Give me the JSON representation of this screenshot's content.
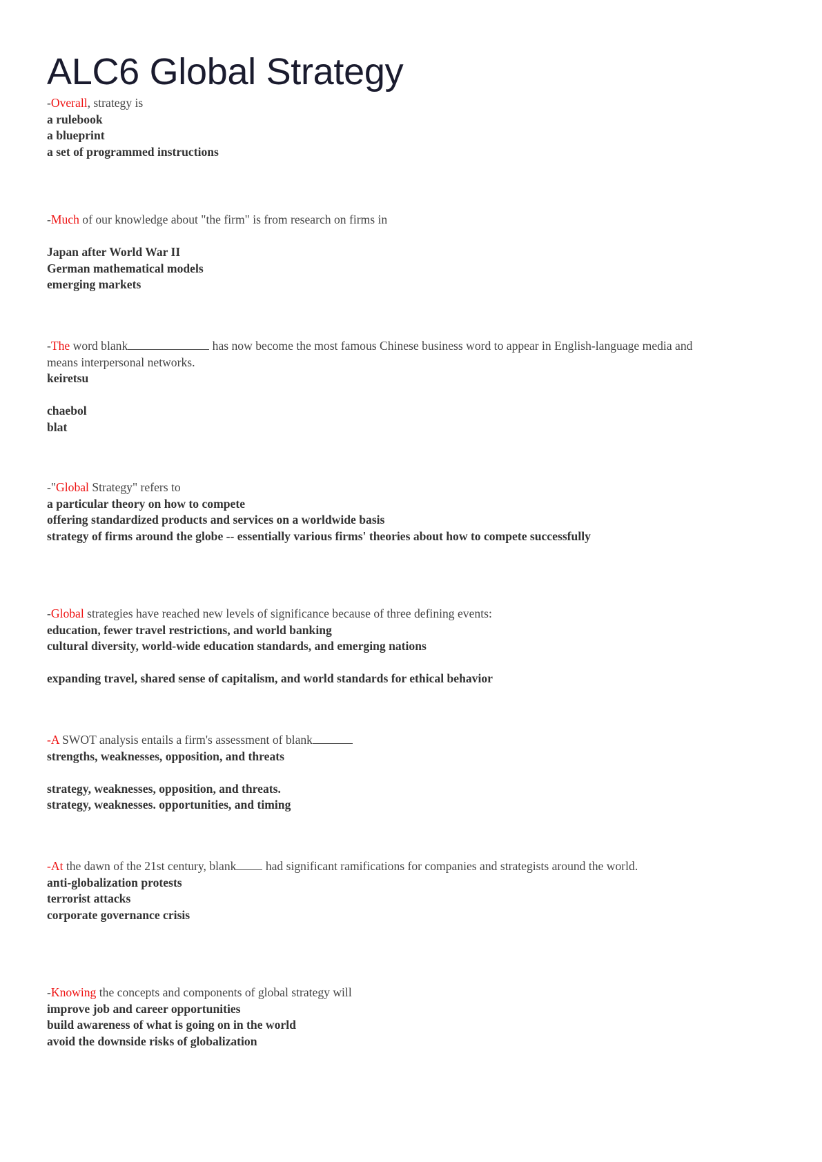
{
  "document": {
    "title": "ALC6 Global Strategy"
  },
  "questions": [
    {
      "dash": "-",
      "dash_red": false,
      "highlight": "Overall",
      "text_before_blank": ", strategy is",
      "blank": "",
      "text_after_blank": "",
      "text_line2": "",
      "options": [
        "a rulebook",
        "a blueprint",
        "a set of programmed instructions"
      ]
    },
    {
      "dash": "-",
      "dash_red": false,
      "highlight": "Much",
      "text_before_blank": " of our knowledge about \"the firm\" is from research on firms in",
      "blank": "",
      "text_after_blank": "",
      "text_line2": "",
      "options": [
        "Japan after World War II",
        "German mathematical models",
        "emerging markets"
      ]
    },
    {
      "dash": "-",
      "dash_red": false,
      "highlight": "The",
      "text_before_blank": " word blank",
      "blank": "____________",
      "text_after_blank": " has now become the most famous Chinese business word to appear in English-language media and",
      "text_line2": "means interpersonal networks.",
      "options": [
        "keiretsu",
        "chaebol",
        "blat"
      ]
    },
    {
      "dash": "-\"",
      "dash_red": false,
      "highlight": "Global",
      "text_before_blank": " Strategy\" refers to",
      "blank": "",
      "text_after_blank": "",
      "text_line2": "",
      "options": [
        "a particular theory on how to compete",
        "offering standardized products and services on a worldwide basis",
        "strategy of firms around the globe -- essentially various firms' theories about how to compete successfully"
      ]
    },
    {
      "dash": "-",
      "dash_red": false,
      "highlight": "Global",
      "text_before_blank": " strategies have reached new levels of significance because of three defining events:",
      "blank": "",
      "text_after_blank": "",
      "text_line2": "",
      "options": [
        "education, fewer travel restrictions, and world banking",
        "cultural diversity, world-wide education standards, and emerging nations",
        "expanding travel, shared sense of capitalism, and world standards for ethical behavior"
      ]
    },
    {
      "dash": "-",
      "dash_red": true,
      "highlight": "A",
      "text_before_blank": " SWOT analysis entails a firm's assessment of blank",
      "blank": "______",
      "text_after_blank": "",
      "text_line2": "",
      "options": [
        "strengths, weaknesses, opposition, and threats",
        "strategy, weaknesses, opposition, and threats.",
        "strategy, weaknesses. opportunities, and timing"
      ]
    },
    {
      "dash": "-",
      "dash_red": true,
      "highlight": "At",
      "text_before_blank": " the dawn of the 21st century, blank",
      "blank": "____",
      "text_after_blank": " had significant ramifications for companies and strategists around the world.",
      "text_line2": "",
      "options": [
        "anti-globalization protests",
        "terrorist attacks",
        "corporate governance crisis"
      ]
    },
    {
      "dash": "-",
      "dash_red": false,
      "highlight": "Knowing",
      "text_before_blank": " the concepts and components of global strategy will",
      "blank": "",
      "text_after_blank": "",
      "text_line2": "",
      "options": [
        "improve job and career opportunities",
        "build awareness of what is going on in the world",
        "avoid the downside risks of globalization"
      ]
    }
  ],
  "colors": {
    "highlight": "#ee1111",
    "title": "#1a1b2e",
    "body": "#444444",
    "option": "#333333"
  }
}
